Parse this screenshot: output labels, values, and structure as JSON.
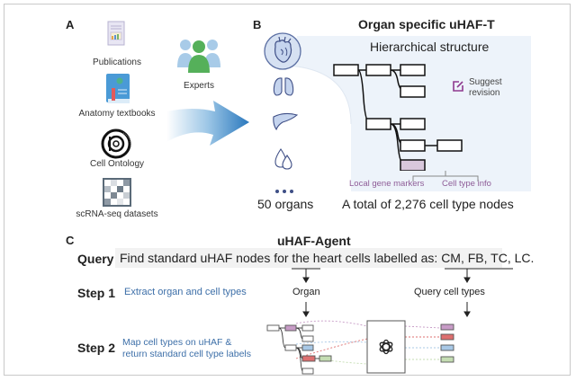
{
  "panelA": {
    "label": "A",
    "sources": [
      {
        "icon": "publications-icon",
        "label": "Publications"
      },
      {
        "icon": "anatomy-textbook-icon",
        "label": "Anatomy textbooks"
      },
      {
        "icon": "cell-ontology-icon",
        "label": "Cell Ontology"
      },
      {
        "icon": "scrna-seq-matrix-icon",
        "label": "scRNA-seq datasets"
      }
    ],
    "experts_label": "Experts"
  },
  "panelB": {
    "label": "B",
    "title": "Organ specific uHAF-T",
    "organs": [
      "heart-icon",
      "lungs-icon",
      "liver-icon",
      "drops-icon"
    ],
    "organs_count_label": "50 organs",
    "hierarchy_title": "Hierarchical structure",
    "suggest_label_line1": "Suggest",
    "suggest_label_line2": "revision",
    "local_gene_markers": "Local gene markers",
    "cell_type_info": "Cell type info",
    "total_label": "A total of 2,276 cell type nodes",
    "highlight_color": "#d9c8dc",
    "accent_purple": "#8e3a8f"
  },
  "panelC": {
    "label": "C",
    "title": "uHAF-Agent",
    "query_label": "Query",
    "query_text": "Find standard uHAF nodes for the heart cells labelled as: CM, FB, TC, LC.",
    "step1_label": "Step 1",
    "step1_text": "Extract organ and cell types",
    "organ_label": "Organ",
    "query_cell_types_label": "Query cell types",
    "step2_label": "Step 2",
    "step2_text_line1": "Map cell types on uHAF &",
    "step2_text_line2": "return standard cell type labels",
    "llm_icon": "openai-logo-icon",
    "cell_type_colors": [
      "#c79bc6",
      "#dd6f6f",
      "#a8c8e6",
      "#c5ddb3"
    ]
  }
}
